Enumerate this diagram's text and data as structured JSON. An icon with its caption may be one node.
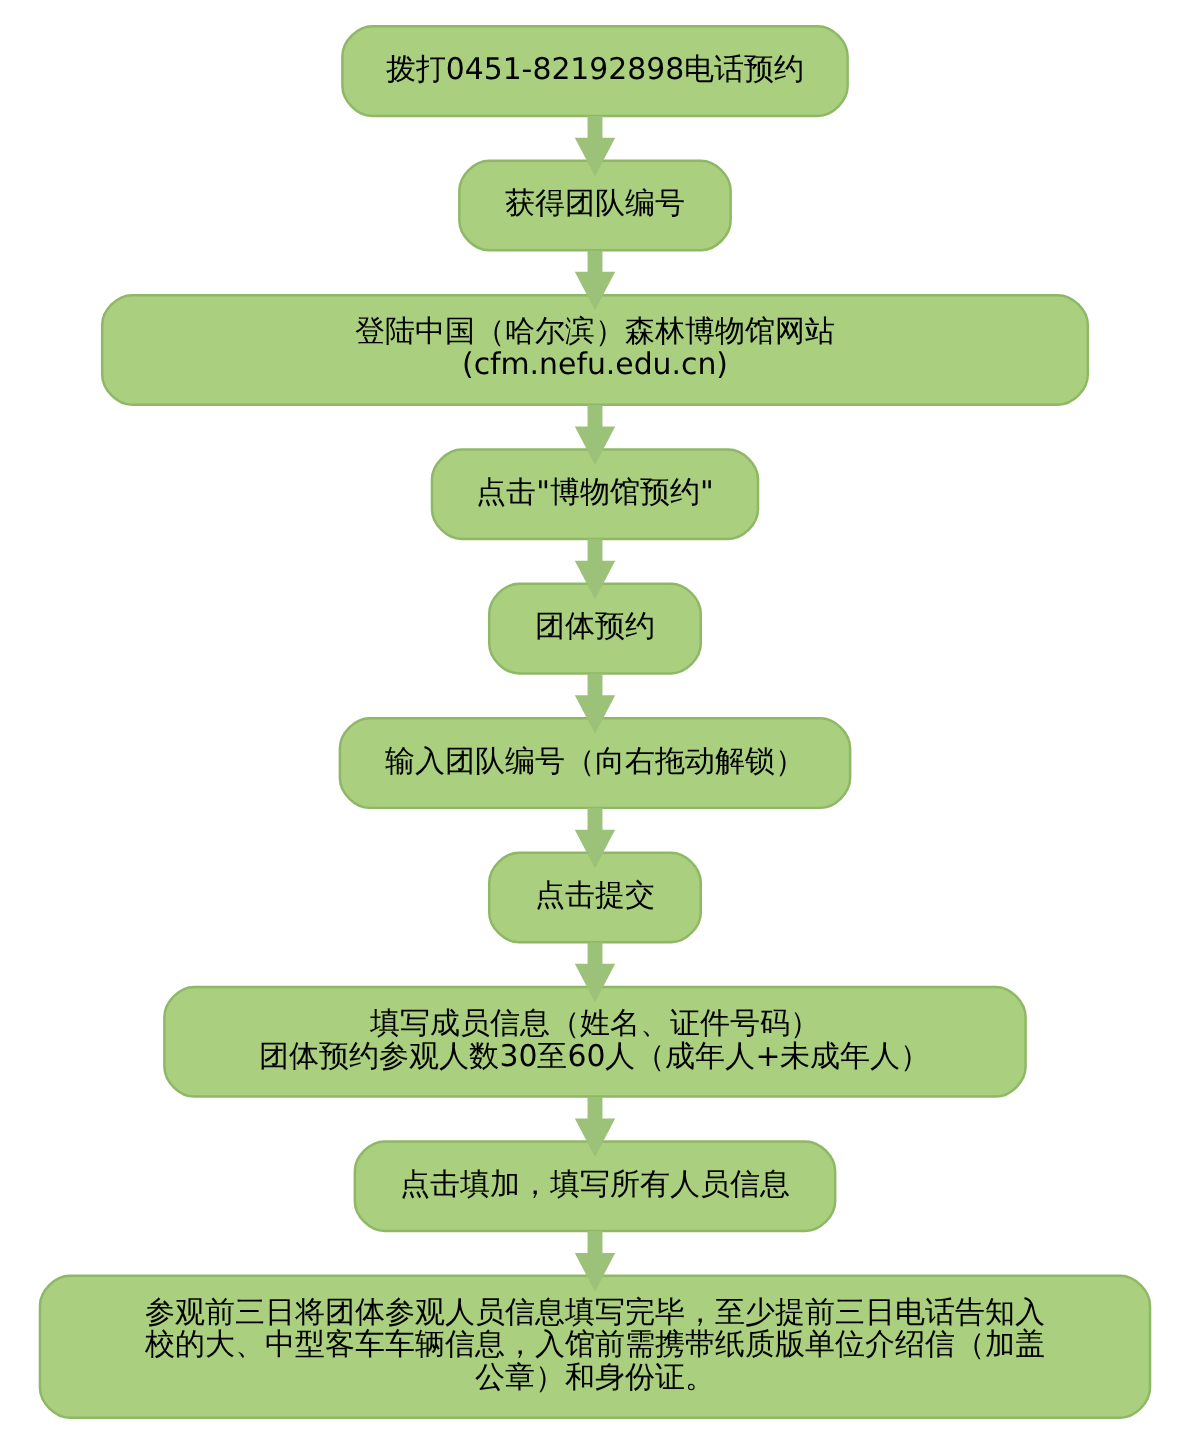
{
  "diagram": {
    "nodes": [
      {
        "text": [
          "拨打0451-82192898电话预约"
        ]
      },
      {
        "text": [
          "获得团队编号"
        ]
      },
      {
        "text": [
          "登陆中国（哈尔滨）森林博物馆网站",
          "(cfm.nefu.edu.cn)"
        ]
      },
      {
        "text": [
          "点击\"博物馆预约\""
        ]
      },
      {
        "text": [
          "团体预约"
        ]
      },
      {
        "text": [
          "输入团队编号（向右拖动解锁）"
        ]
      },
      {
        "text": [
          "点击提交"
        ]
      },
      {
        "text": [
          "填写成员信息（姓名、证件号码）",
          "团体预约参观人数30至60人（成年人+未成年人）"
        ]
      },
      {
        "text": [
          "点击填加，填写所有人员信息"
        ]
      },
      {
        "text": [
          "参观前三日将团体参观人员信息填写完毕，至少提前三日电话告知入校的大、中型客车车辆信息，入馆前需携带纸质版单位介绍信（加盖公章）和身份证。"
        ]
      }
    ],
    "edges": [
      {
        "from": 0,
        "to": 1,
        "arrow": "to"
      },
      {
        "from": 1,
        "to": 2,
        "arrow": "to"
      },
      {
        "from": 2,
        "to": 3,
        "arrow": "to"
      },
      {
        "from": 3,
        "to": 4,
        "arrow": "to"
      },
      {
        "from": 4,
        "to": 5,
        "arrow": "to"
      },
      {
        "from": 5,
        "to": 6,
        "arrow": "to"
      },
      {
        "from": 6,
        "to": 7,
        "arrow": "to"
      },
      {
        "from": 7,
        "to": 8,
        "arrow": "to"
      },
      {
        "from": 8,
        "to": 9,
        "arrow": "to"
      }
    ]
  }
}
